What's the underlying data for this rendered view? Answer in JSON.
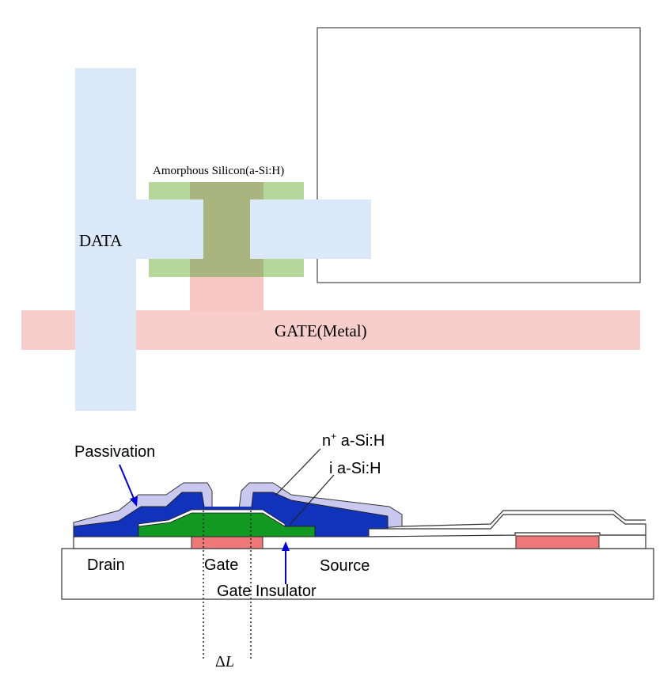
{
  "top_layout": {
    "amorphous_label": "Amorphous Silicon(a-Si:H)",
    "data_label": "DATA",
    "gate_label": "GATE(Metal)"
  },
  "cross_section": {
    "passivation_label": "Passivation",
    "n_plus_label": "n",
    "n_plus_sup": "+",
    "n_plus_suffix": " a-Si:H",
    "intrinsic_label": "i a-Si:H",
    "drain_label": "Drain",
    "gate_label": "Gate",
    "source_label": "Source",
    "gate_insulator_label": "Gate Insulator",
    "delta_l_symbol": "Δ",
    "delta_l_var": "L"
  },
  "colors": {
    "data_line": "#dae8f8",
    "gate_line": "#f8cecc",
    "asi_light": "#b5d89a",
    "asi_dark": "#aab47e",
    "gate_under": "#f6c6c3",
    "passivation": "#c9c9f0",
    "n_plus": "#1133bb",
    "intrinsic": "#119922",
    "gate_metal": "#ee7777",
    "arrow": "#0000dd"
  }
}
